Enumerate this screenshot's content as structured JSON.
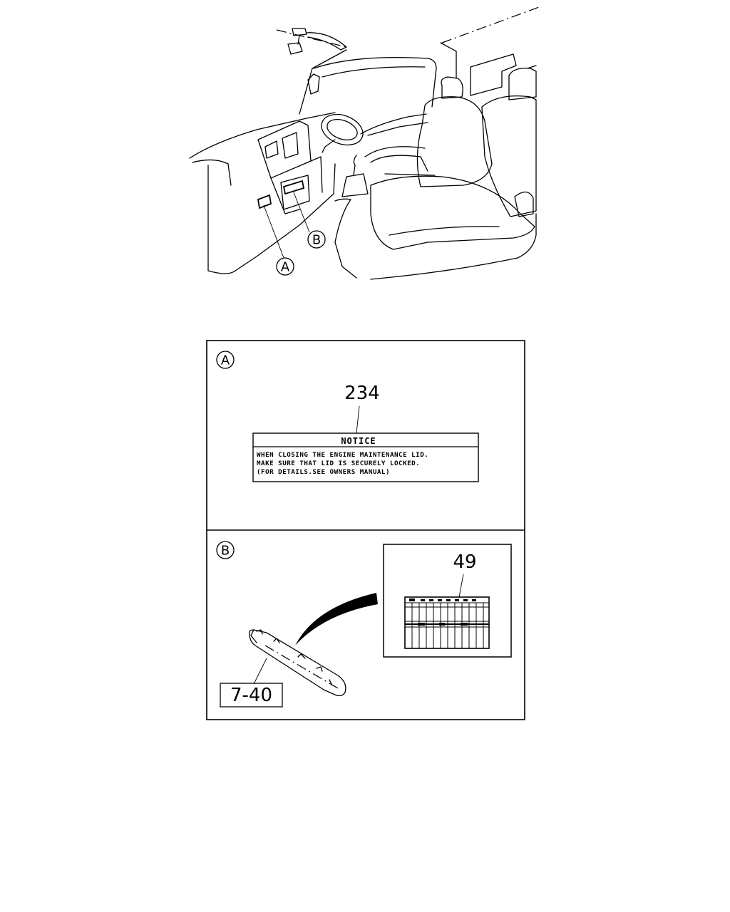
{
  "overview": {
    "callout_a": "A",
    "callout_b": "B"
  },
  "panel_a": {
    "label": "A",
    "part_number": "234",
    "notice_label": {
      "title": "NOTICE",
      "lines": [
        "WHEN CLOSING THE ENGINE MAINTENANCE LID.",
        "MAKE SURE THAT LID IS SECURELY LOCKED.",
        "(FOR DETAILS.SEE OWNERS MANUAL)"
      ]
    }
  },
  "panel_b": {
    "label": "B",
    "part_number": "49",
    "reference": "7-40"
  }
}
